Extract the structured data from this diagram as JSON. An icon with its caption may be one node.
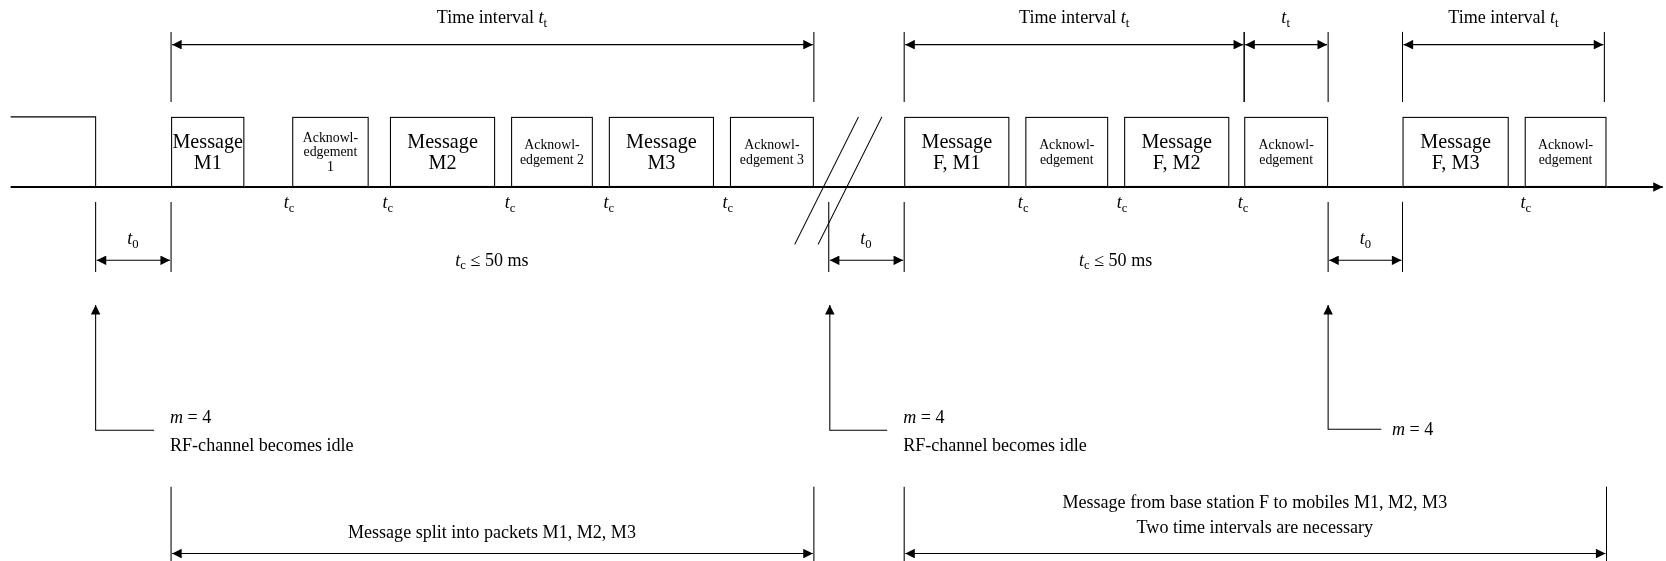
{
  "diagram": {
    "nodes": [
      {
        "text": [
          "Message M1"
        ]
      },
      {
        "text": [
          "Acknowl-edgement 1"
        ]
      },
      {
        "text": [
          "Message M2"
        ]
      },
      {
        "text": [
          "Acknowl-edgement 2"
        ]
      },
      {
        "text": [
          "Message M3"
        ]
      },
      {
        "text": [
          "Acknowl-edgement 3"
        ]
      },
      {
        "text": [
          "Message F, M1"
        ]
      },
      {
        "text": [
          "Acknowl-edgement"
        ]
      },
      {
        "text": [
          "Message F, M2"
        ]
      },
      {
        "text": [
          "Acknowl-edgement"
        ]
      },
      {
        "text": [
          "Message F, M3"
        ]
      },
      {
        "text": [
          "Acknowl-edgement"
        ]
      },
      {
        "text": [
          "*m* = 4",
          "RF-channel becomes idle"
        ]
      },
      {
        "text": [
          "*m* = 4",
          "RF-channel becomes idle"
        ]
      },
      {
        "text": [
          "*m* = 4"
        ]
      }
    ],
    "edges": [
      {
        "from": 12,
        "to": null,
        "arrow": "to"
      },
      {
        "from": 13,
        "to": null,
        "arrow": "to"
      },
      {
        "from": 14,
        "to": null,
        "arrow": "to"
      }
    ],
    "labels": [
      "Time interval *t*$_{t}$",
      "Time interval *t*$_{t}$",
      "*t*$_{t}$",
      "Time interval *t*$_{t}$",
      "*t*$_{c}$",
      "*t*$_{c}$",
      "*t*$_{c}$",
      "*t*$_{c}$",
      "*t*$_{c}$",
      "*t*$_{c}$",
      "*t*$_{c}$",
      "*t*$_{c}$",
      "*t*$_{c}$",
      "*t*$_{0}$",
      "*t*$_{0}$",
      "*t*$_{0}$",
      "*t*$_{c}$ ≤ 50 ms",
      "*t*$_{c}$ ≤ 50 ms",
      "Message split into packets M1, M2, M3",
      "Message from base station F to mobiles M1, M2, M3",
      "Two time intervals are necessary"
    ]
  }
}
